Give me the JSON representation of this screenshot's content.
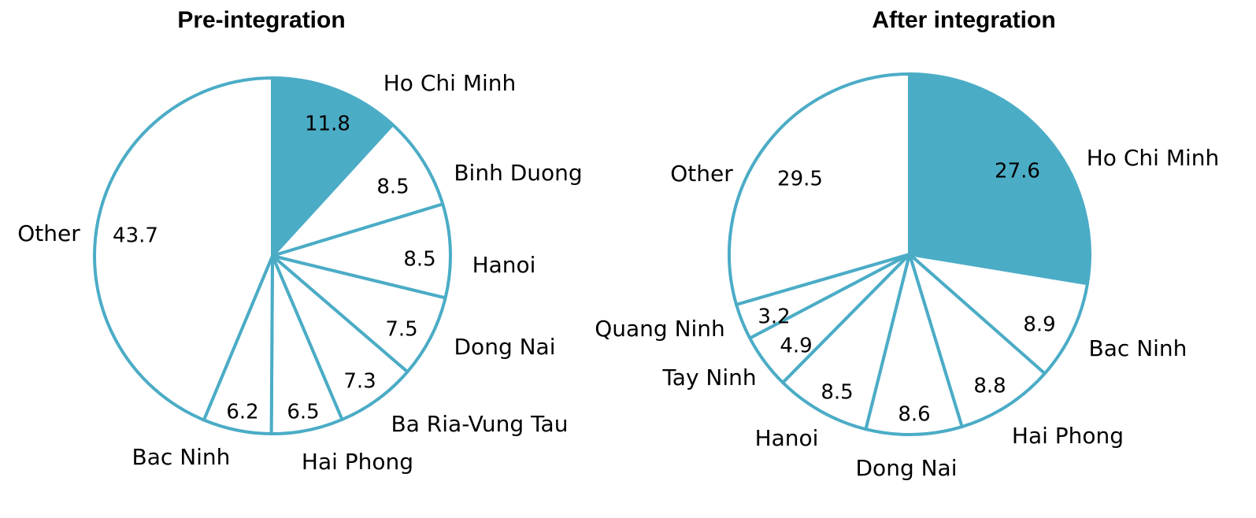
{
  "chart_data": [
    {
      "type": "pie",
      "title": "Pre-integration",
      "highlight_color": "#4BACC6",
      "slices": [
        {
          "label": "Ho Chi Minh",
          "value": 11.8,
          "value_label": "11.8",
          "highlight": true
        },
        {
          "label": "Binh Duong",
          "value": 8.5,
          "value_label": "8.5"
        },
        {
          "label": "Hanoi",
          "value": 8.5,
          "value_label": "8.5"
        },
        {
          "label": "Dong Nai",
          "value": 7.5,
          "value_label": "7.5"
        },
        {
          "label": "Ba Ria-Vung Tau",
          "value": 7.3,
          "value_label": "7.3"
        },
        {
          "label": "Hai Phong",
          "value": 6.5,
          "value_label": "6.5"
        },
        {
          "label": "Bac Ninh",
          "value": 6.2,
          "value_label": "6.2"
        },
        {
          "label": "Other",
          "value": 43.7,
          "value_label": "43.7"
        }
      ]
    },
    {
      "type": "pie",
      "title": "After integration",
      "highlight_color": "#4BACC6",
      "slices": [
        {
          "label": "Ho Chi Minh",
          "value": 27.6,
          "value_label": "27.6",
          "highlight": true
        },
        {
          "label": "Bac Ninh",
          "value": 8.9,
          "value_label": "8.9"
        },
        {
          "label": "Hai Phong",
          "value": 8.8,
          "value_label": "8.8"
        },
        {
          "label": "Dong Nai",
          "value": 8.6,
          "value_label": "8.6"
        },
        {
          "label": "Hanoi",
          "value": 8.5,
          "value_label": "8.5"
        },
        {
          "label": "Tay Ninh",
          "value": 4.9,
          "value_label": "4.9"
        },
        {
          "label": "Quang Ninh",
          "value": 3.2,
          "value_label": "3.2"
        },
        {
          "label": "Other",
          "value": 29.5,
          "value_label": "29.5"
        }
      ]
    }
  ]
}
